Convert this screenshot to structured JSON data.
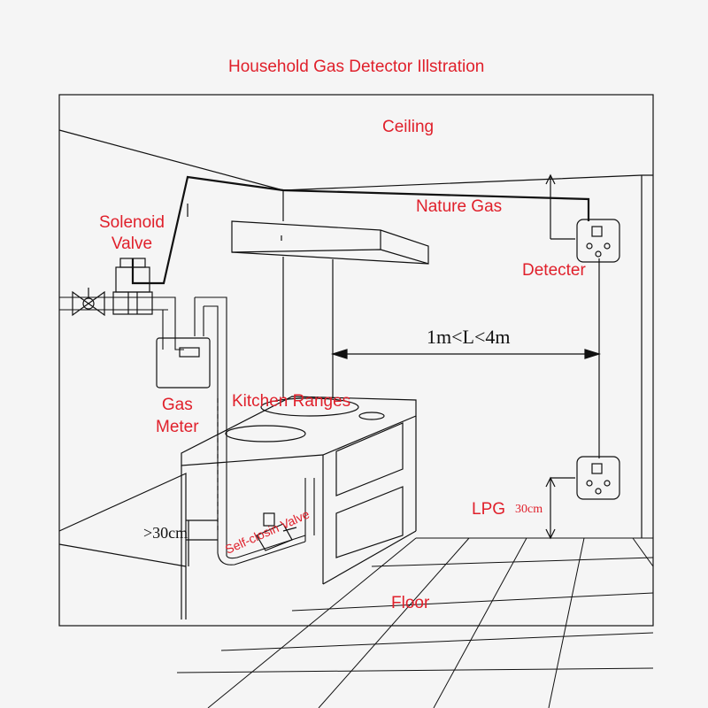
{
  "title": "Household Gas Detector Illstration",
  "labels": {
    "ceiling": "Ceiling",
    "nature_gas": "Nature Gas",
    "solenoid_line1": "Solenoid",
    "solenoid_line2": "Valve",
    "detector": "Detecter",
    "gas_meter_line1": "Gas",
    "gas_meter_line2": "Meter",
    "kitchen_ranges": "Kitchen Ranges",
    "lpg": "LPG",
    "lpg_distance": "30cm",
    "floor": "Floor",
    "self_closing_valve": "Self-closin Valve",
    "detector_range": "1m<L<4m",
    "pipe_distance": ">30cm"
  },
  "colors": {
    "label_red": "#e0202b",
    "line": "#111111",
    "background": "#f5f5f5"
  },
  "icons": {
    "detector": "gas-detector-icon",
    "solenoid": "solenoid-valve-icon",
    "meter": "gas-meter-icon",
    "valve": "ball-valve-icon"
  }
}
